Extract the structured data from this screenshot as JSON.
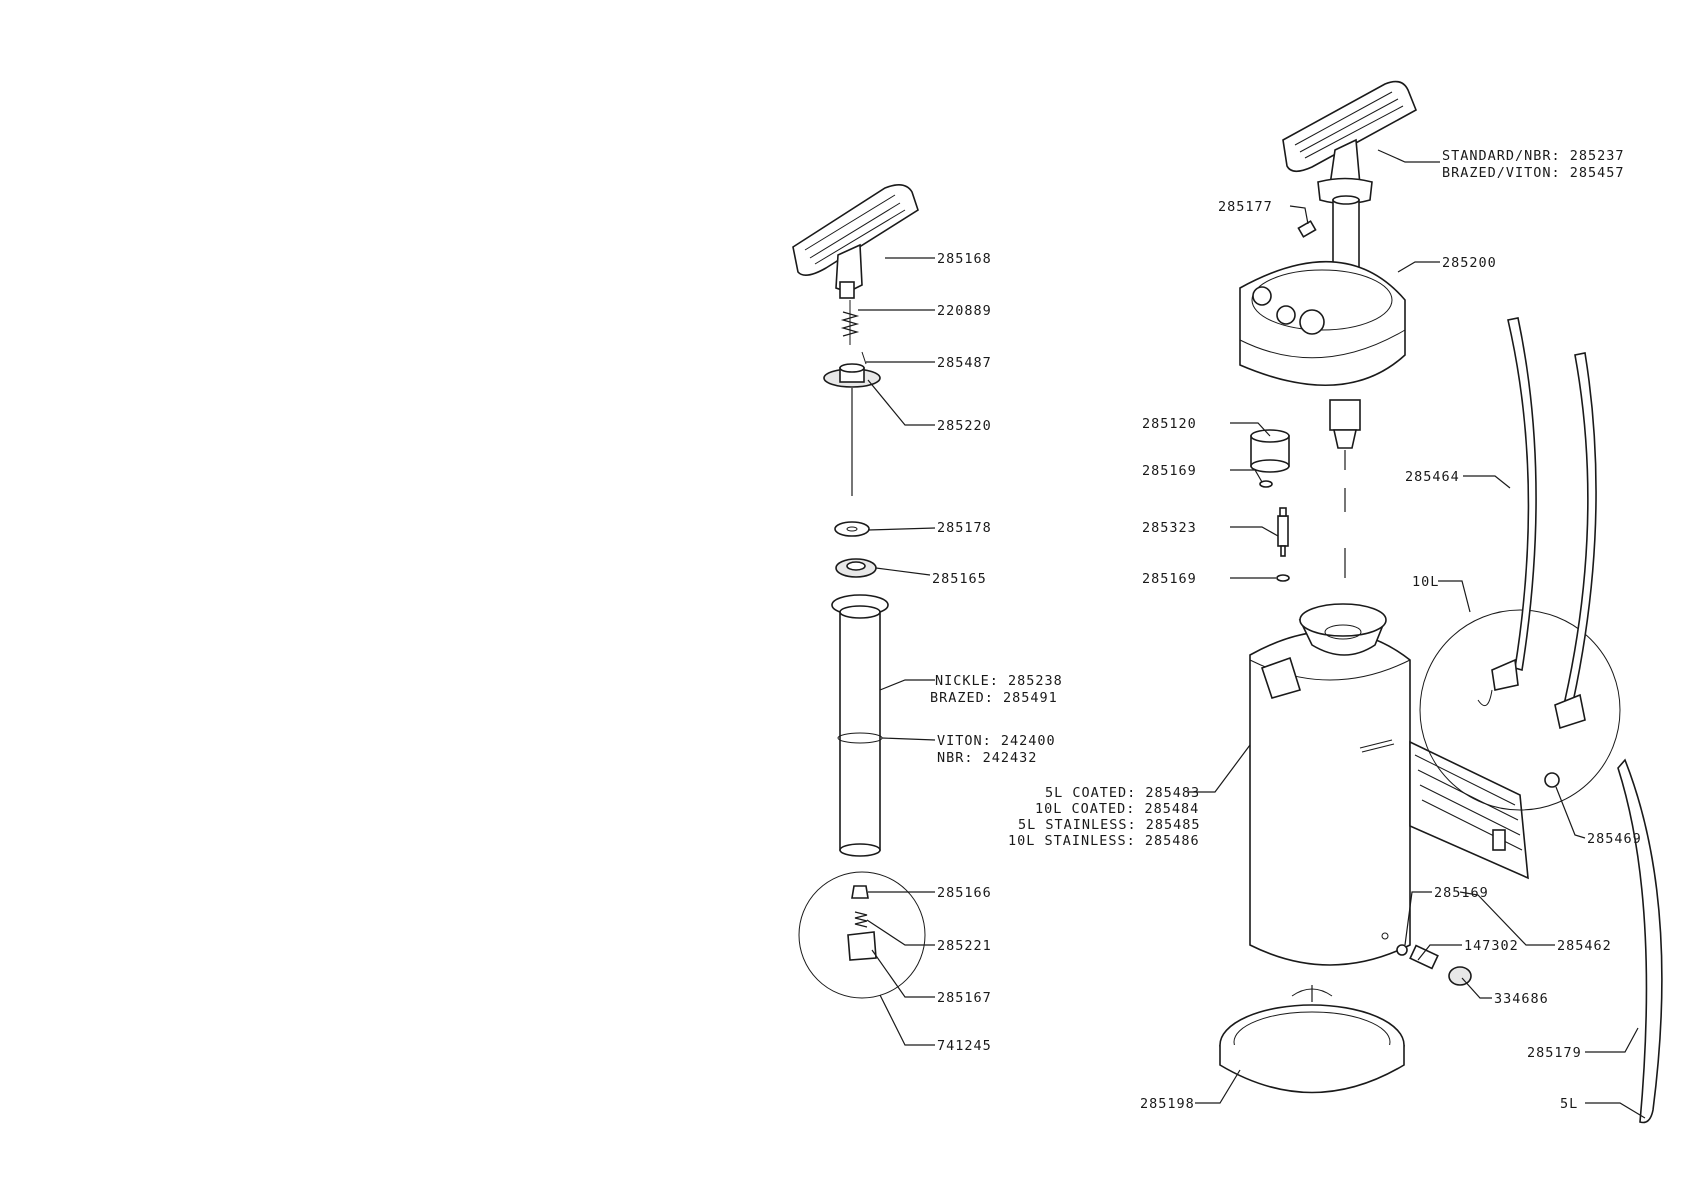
{
  "labels": {
    "p285168": "285168",
    "p220889": "220889",
    "p285487": "285487",
    "p285220": "285220",
    "p285178": "285178",
    "p285165": "285165",
    "cylinder_l1": "NICKLE: 285238",
    "cylinder_l2": "BRAZED: 285491",
    "oring_l1": "VITON: 242400",
    "oring_l2": "NBR: 242432",
    "p285166": "285166",
    "p285221": "285221",
    "p285167": "285167",
    "p741245": "741245",
    "handle_l1": "STANDARD/NBR: 285237",
    "handle_l2": "BRAZED/VITON: 285457",
    "p285177": "285177",
    "p285200": "285200",
    "p285120": "285120",
    "p285169a": "285169",
    "p285323": "285323",
    "p285169b": "285169",
    "p285464": "285464",
    "size10l": "10L",
    "tank_l1": "5L COATED: 285483",
    "tank_l2": "10L COATED: 285484",
    "tank_l3": "5L STAINLESS: 285485",
    "tank_l4": "10L STAINLESS: 285486",
    "p285469": "285469",
    "p285169c": "285169",
    "p147302": "147302",
    "p285462": "285462",
    "p334686": "334686",
    "p285179": "285179",
    "p285198": "285198",
    "size5l": "5L"
  }
}
